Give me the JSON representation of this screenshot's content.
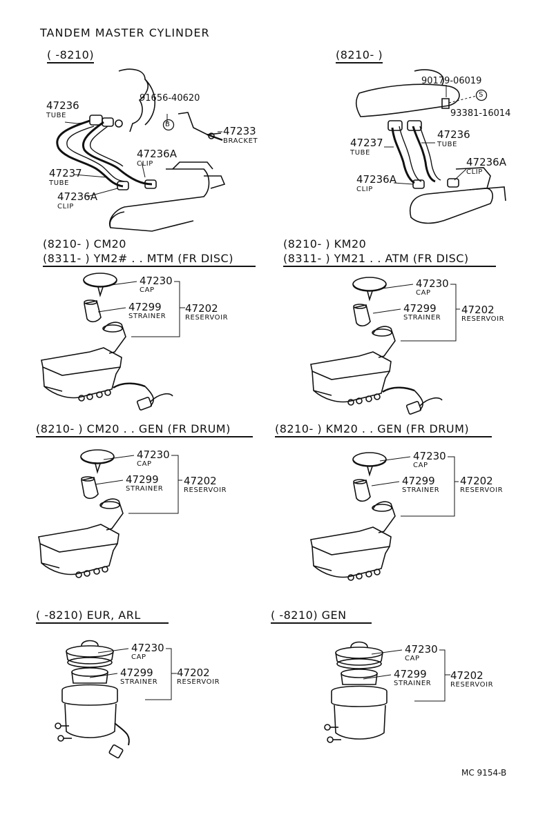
{
  "title": "TANDEM MASTER CYLINDER",
  "footer": "MC 9154-B",
  "sections": {
    "tubes_early": {
      "header": "(      -8210)",
      "parts": [
        {
          "number": "47236",
          "name": "TUBE"
        },
        {
          "number": "91656-40620",
          "symbol": "B"
        },
        {
          "number": "47233",
          "name": "BRACKET"
        },
        {
          "number": "47236A",
          "name": "CLIP"
        },
        {
          "number": "47237",
          "name": "TUBE"
        },
        {
          "number": "47236A",
          "name": "CLIP"
        }
      ]
    },
    "tubes_late": {
      "header": "(8210-        )",
      "parts": [
        {
          "number": "90179-06019"
        },
        {
          "number": "93381-16014",
          "symbol": "S"
        },
        {
          "number": "47236",
          "name": "TUBE"
        },
        {
          "number": "47237",
          "name": "TUBE"
        },
        {
          "number": "47236A",
          "name": "CLIP"
        },
        {
          "number": "47236A",
          "name": "CLIP"
        }
      ]
    },
    "reservoirs": [
      {
        "header_line1": "(8210-         ) CM20",
        "header_line2": "(8311-         ) YM2# . . MTM (FR DISC)",
        "cap": "47230",
        "cap_name": "CAP",
        "strainer": "47299",
        "strainer_name": "STRAINER",
        "reservoir": "47202",
        "reservoir_name": "RESERVOIR"
      },
      {
        "header_line1": "(8210-         ) KM20",
        "header_line2": "(8311-         ) YM21 . . ATM (FR  DISC)",
        "cap": "47230",
        "cap_name": "CAP",
        "strainer": "47299",
        "strainer_name": "STRAINER",
        "reservoir": "47202",
        "reservoir_name": "RESERVOIR"
      },
      {
        "header_line1": "(8210-         ) CM20 . . GEN (FR DRUM)",
        "cap": "47230",
        "cap_name": "CAP",
        "strainer": "47299",
        "strainer_name": "STRAINER",
        "reservoir": "47202",
        "reservoir_name": "RESERVOIR"
      },
      {
        "header_line1": "(8210-         ) KM20 . . GEN (FR DRUM)",
        "cap": "47230",
        "cap_name": "CAP",
        "strainer": "47299",
        "strainer_name": "STRAINER",
        "reservoir": "47202",
        "reservoir_name": "RESERVOIR"
      },
      {
        "header_line1": "(      -8210) EUR, ARL",
        "cap": "47230",
        "cap_name": "CAP",
        "strainer": "47299",
        "strainer_name": "STRAINER",
        "reservoir": "47202",
        "reservoir_name": "RESERVOIR"
      },
      {
        "header_line1": "(      -8210) GEN",
        "cap": "47230",
        "cap_name": "CAP",
        "strainer": "47299",
        "strainer_name": "STRAINER",
        "reservoir": "47202",
        "reservoir_name": "RESERVOIR"
      }
    ]
  }
}
